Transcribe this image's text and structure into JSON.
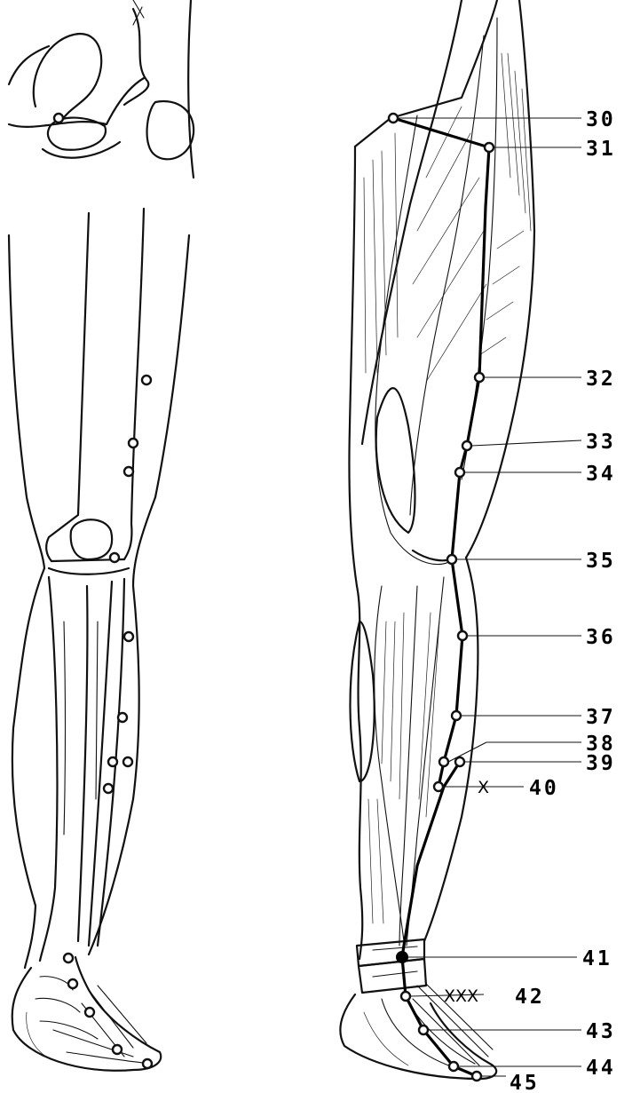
{
  "figure": {
    "labels": [
      "30",
      "31",
      "32",
      "33",
      "34",
      "35",
      "36",
      "37",
      "38",
      "39",
      "40",
      "41",
      "42",
      "43",
      "44",
      "45"
    ],
    "marks": {
      "point40": "X",
      "point42": "XXX"
    }
  }
}
